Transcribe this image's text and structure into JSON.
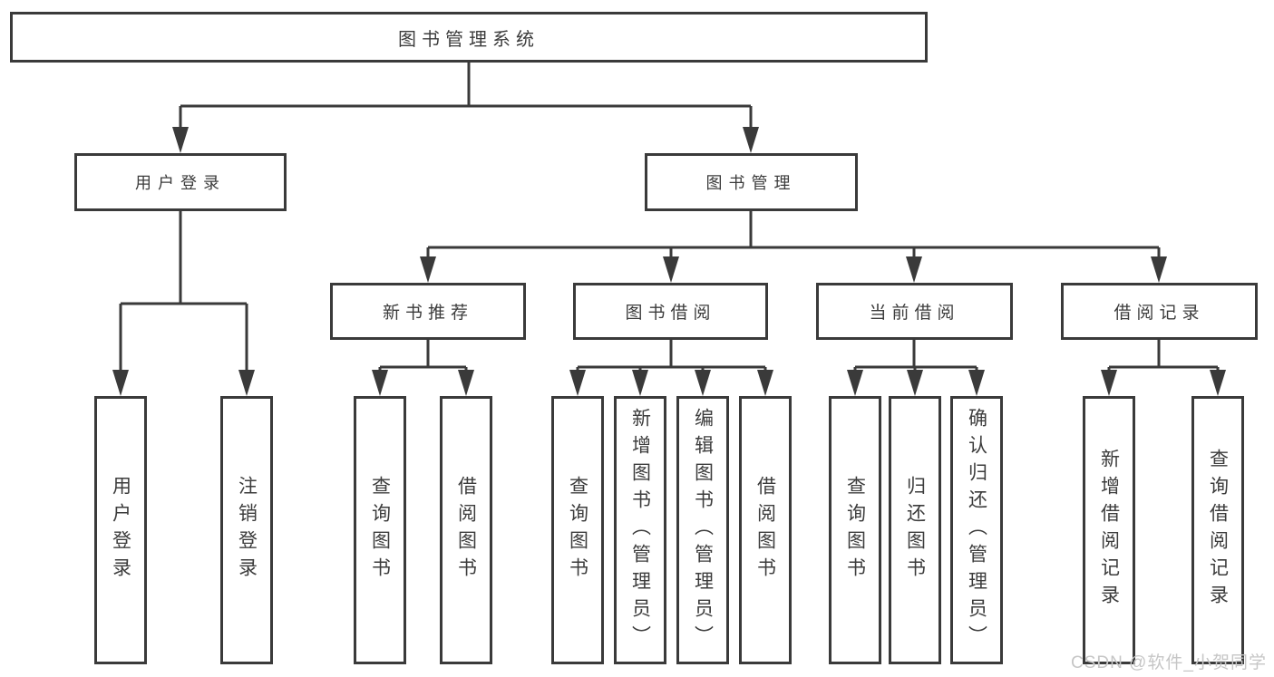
{
  "nodes": {
    "root": {
      "label": "图书管理系统"
    },
    "level2": [
      {
        "label": "用户登录"
      },
      {
        "label": "图书管理"
      }
    ],
    "level3": [
      {
        "label": "新书推荐"
      },
      {
        "label": "图书借阅"
      },
      {
        "label": "当前借阅"
      },
      {
        "label": "借阅记录"
      }
    ],
    "leaves": {
      "user_login": [
        "用户登录",
        "注销登录"
      ],
      "new_book_recommend": [
        "查询图书",
        "借阅图书"
      ],
      "book_borrow": [
        "查询图书",
        "新增图书（管理员）",
        "编辑图书（管理员）",
        "借阅图书"
      ],
      "current_borrow": [
        "查询图书",
        "归还图书",
        "确认归还（管理员）"
      ],
      "borrow_record": [
        "新增借阅记录",
        "查询借阅记录"
      ]
    }
  },
  "watermark": "CSDN @软件_小贺同学",
  "colors": {
    "line": "#3a3a3a",
    "border": "#3a3a3a",
    "text": "#3c3c3c",
    "watermark": "#c6c6c6",
    "background": "#ffffff"
  }
}
